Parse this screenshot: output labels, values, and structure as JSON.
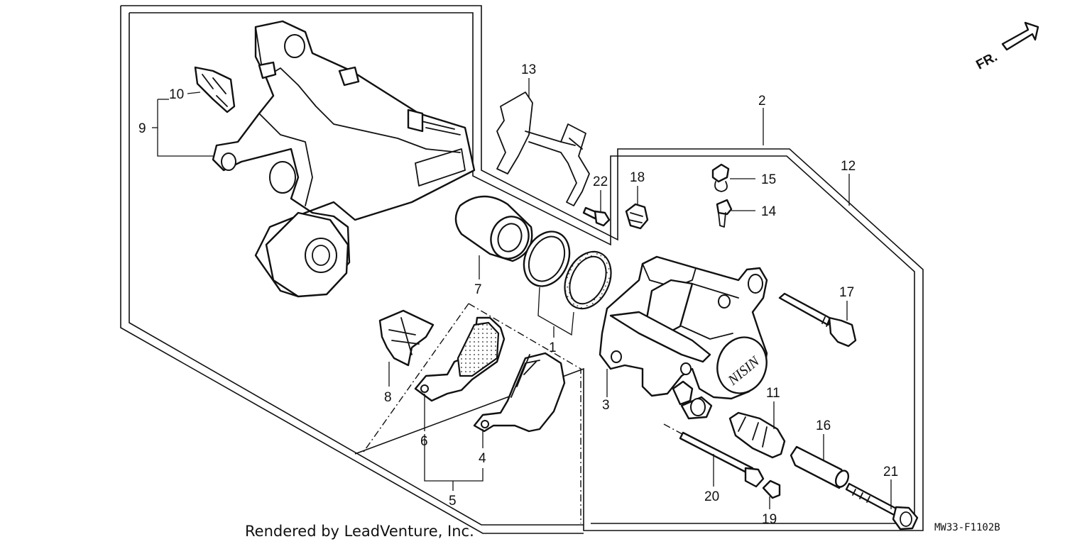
{
  "direction_label": "FR.",
  "diagram_code": "MW33-F1102B",
  "credit": "Rendered by LeadVenture, Inc.",
  "callouts": {
    "c1": "1",
    "c2": "2",
    "c3": "3",
    "c4": "4",
    "c5": "5",
    "c6": "6",
    "c7": "7",
    "c8": "8",
    "c9": "9",
    "c10": "10",
    "c11": "11",
    "c12": "12",
    "c13": "13",
    "c14": "14",
    "c15": "15",
    "c16": "16",
    "c17": "17",
    "c18": "18",
    "c19": "19",
    "c20": "20",
    "c21": "21",
    "c22": "22"
  }
}
